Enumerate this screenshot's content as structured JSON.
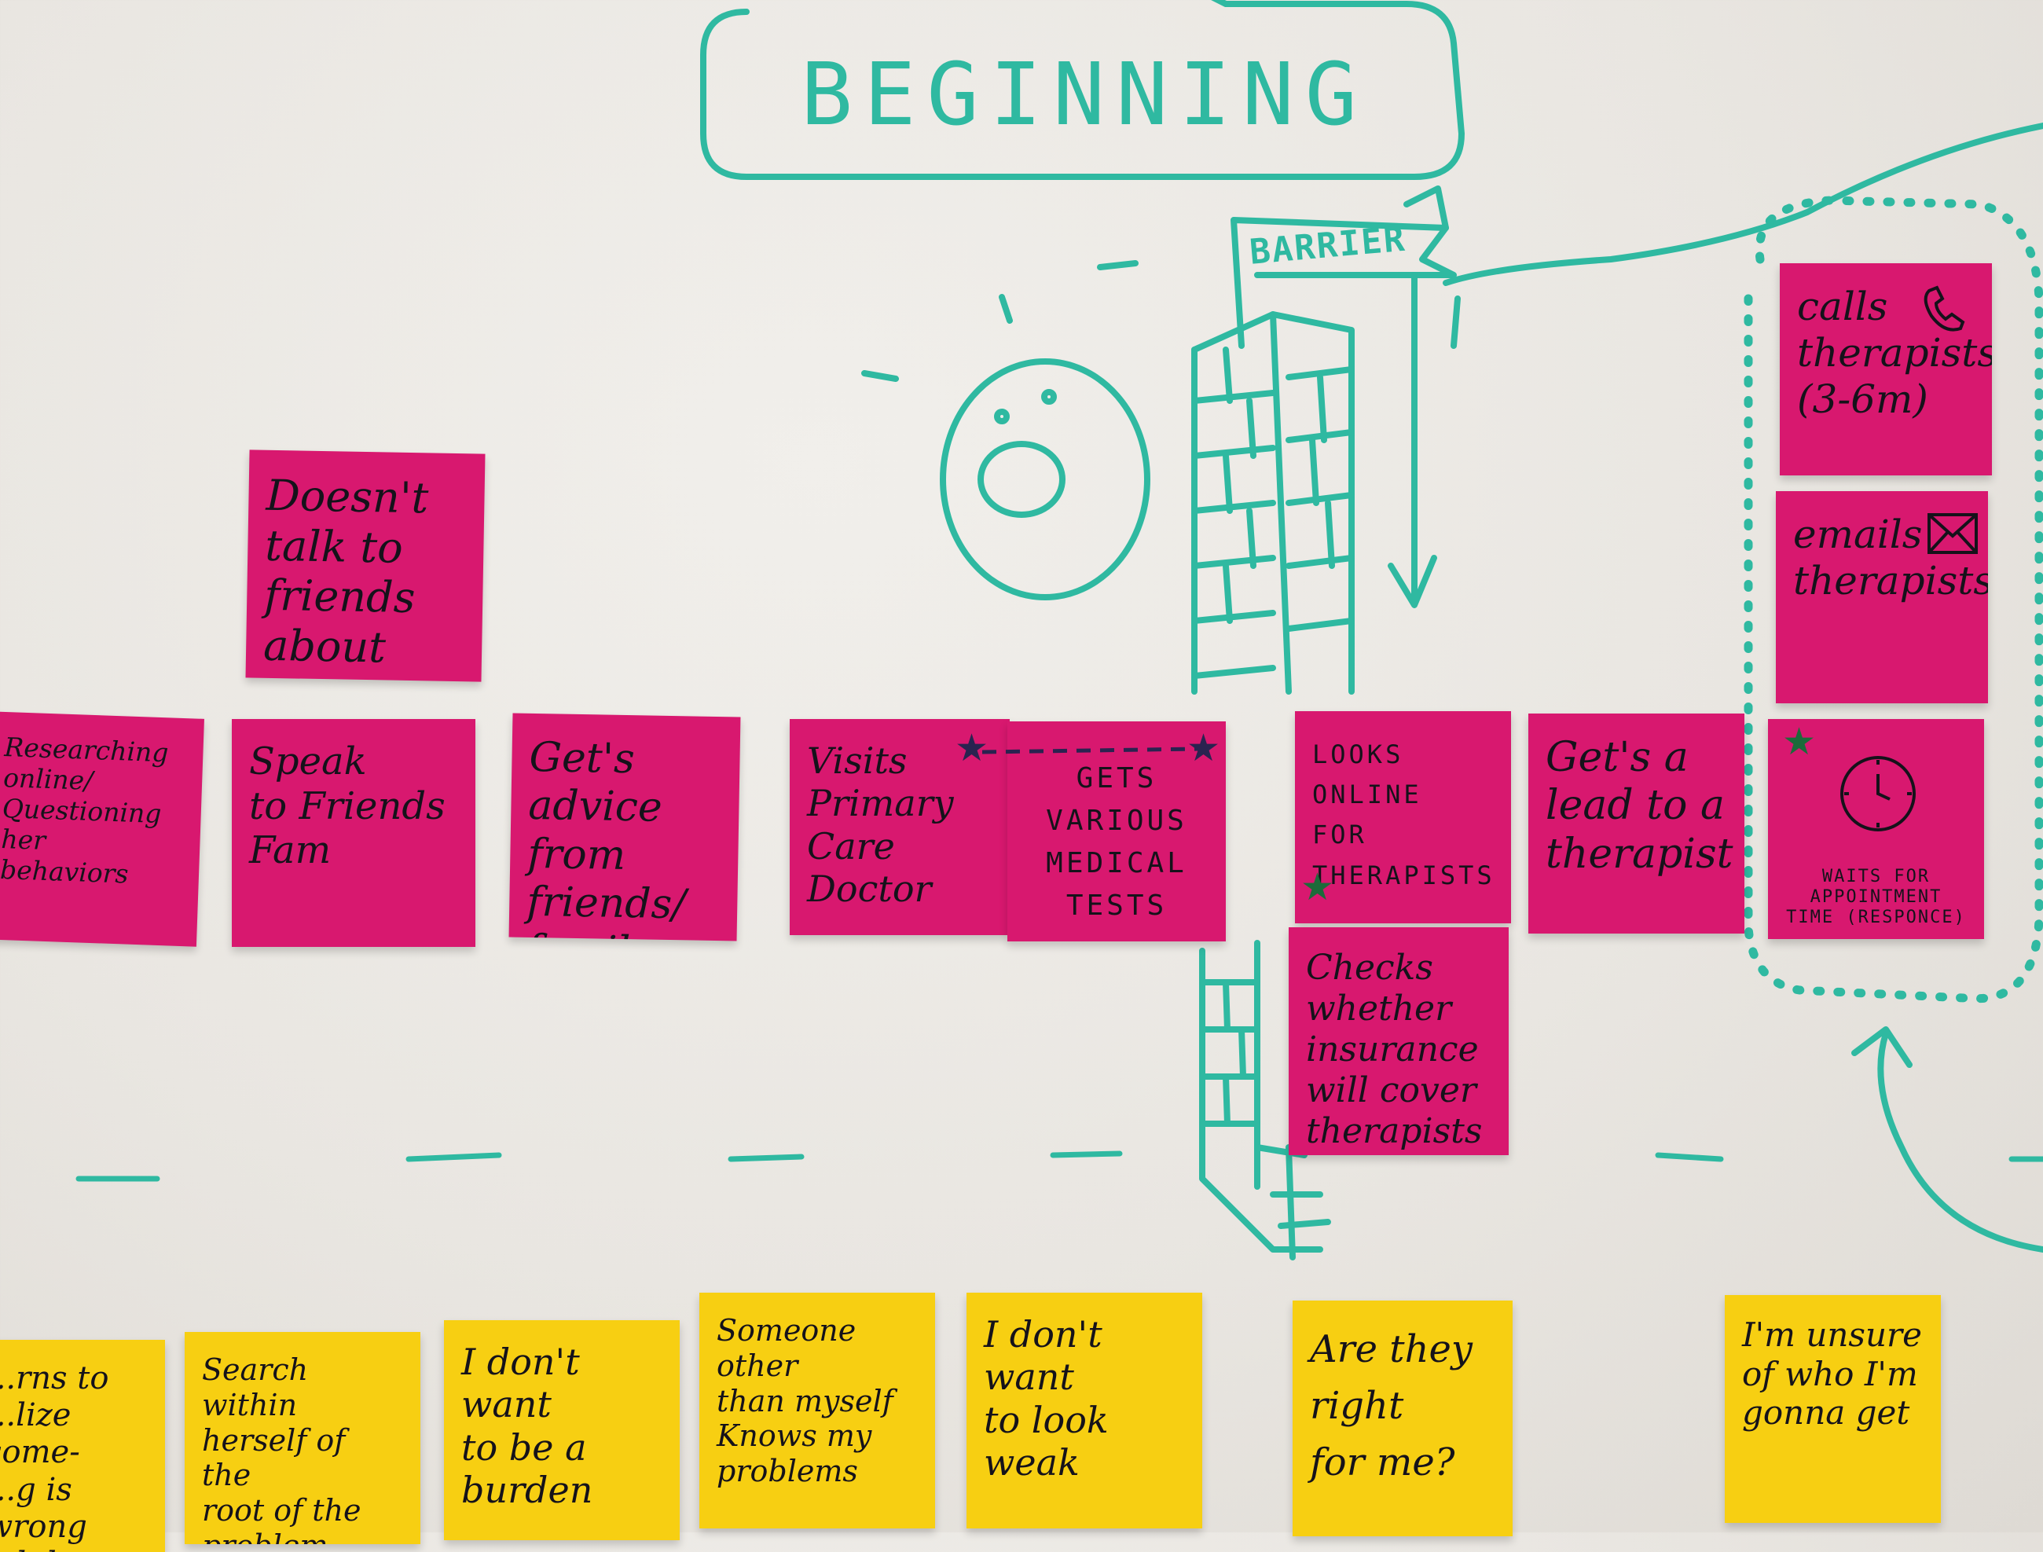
{
  "board": {
    "title": "BEGINNING",
    "barrier_label": "BARRIER",
    "marker_color": "#2fb9a1",
    "pink_color": "#d8186f",
    "yellow_color": "#f7cf12"
  },
  "pink_notes": [
    {
      "text": "Doesn't\ntalk to\nfriends about\nit"
    },
    {
      "text": "Researching\nonline/\nQuestioning\nher\nbehaviors"
    },
    {
      "text": "Speak\nto Friends\nFam"
    },
    {
      "text": "Get's advice\nfrom friends/\nfamily"
    },
    {
      "text": "Visits\nPrimary\nCare\nDoctor"
    },
    {
      "text": "GETS\nVARIOUS\nMEDICAL\nTESTS"
    },
    {
      "text": "LOOKS\nONLINE FOR\nTHERAPISTS"
    },
    {
      "text": "Checks whether\ninsurance\nwill cover\ntherapists"
    },
    {
      "text": "Get's a\nlead to a\ntherapist"
    },
    {
      "text": "calls\ntherapists\n(3-6m)"
    },
    {
      "text": "emails\ntherapists"
    },
    {
      "text": "WAITS FOR\nAPPOINTMENT TIME\n(RESPONCE)"
    }
  ],
  "yellow_notes": [
    {
      "text": "...rns to\n...lize some-\n...g is wrong\n...h her"
    },
    {
      "text": "Search within\nherself of the\nroot of the\nproblem"
    },
    {
      "text": "I don't want\nto be a\nburden"
    },
    {
      "text": "Someone other\nthan myself\nKnows my\nproblems"
    },
    {
      "text": "I don't want\nto look\nweak"
    },
    {
      "text": "Are they\nright\nfor me?"
    },
    {
      "text": "I'm unsure\nof who I'm\ngonna get"
    }
  ],
  "icons": [
    "surprised-face-doodle",
    "brick-wall-doodle",
    "barrier-flag-doodle",
    "phone-icon",
    "envelope-icon",
    "clock-icon",
    "star-icon"
  ]
}
